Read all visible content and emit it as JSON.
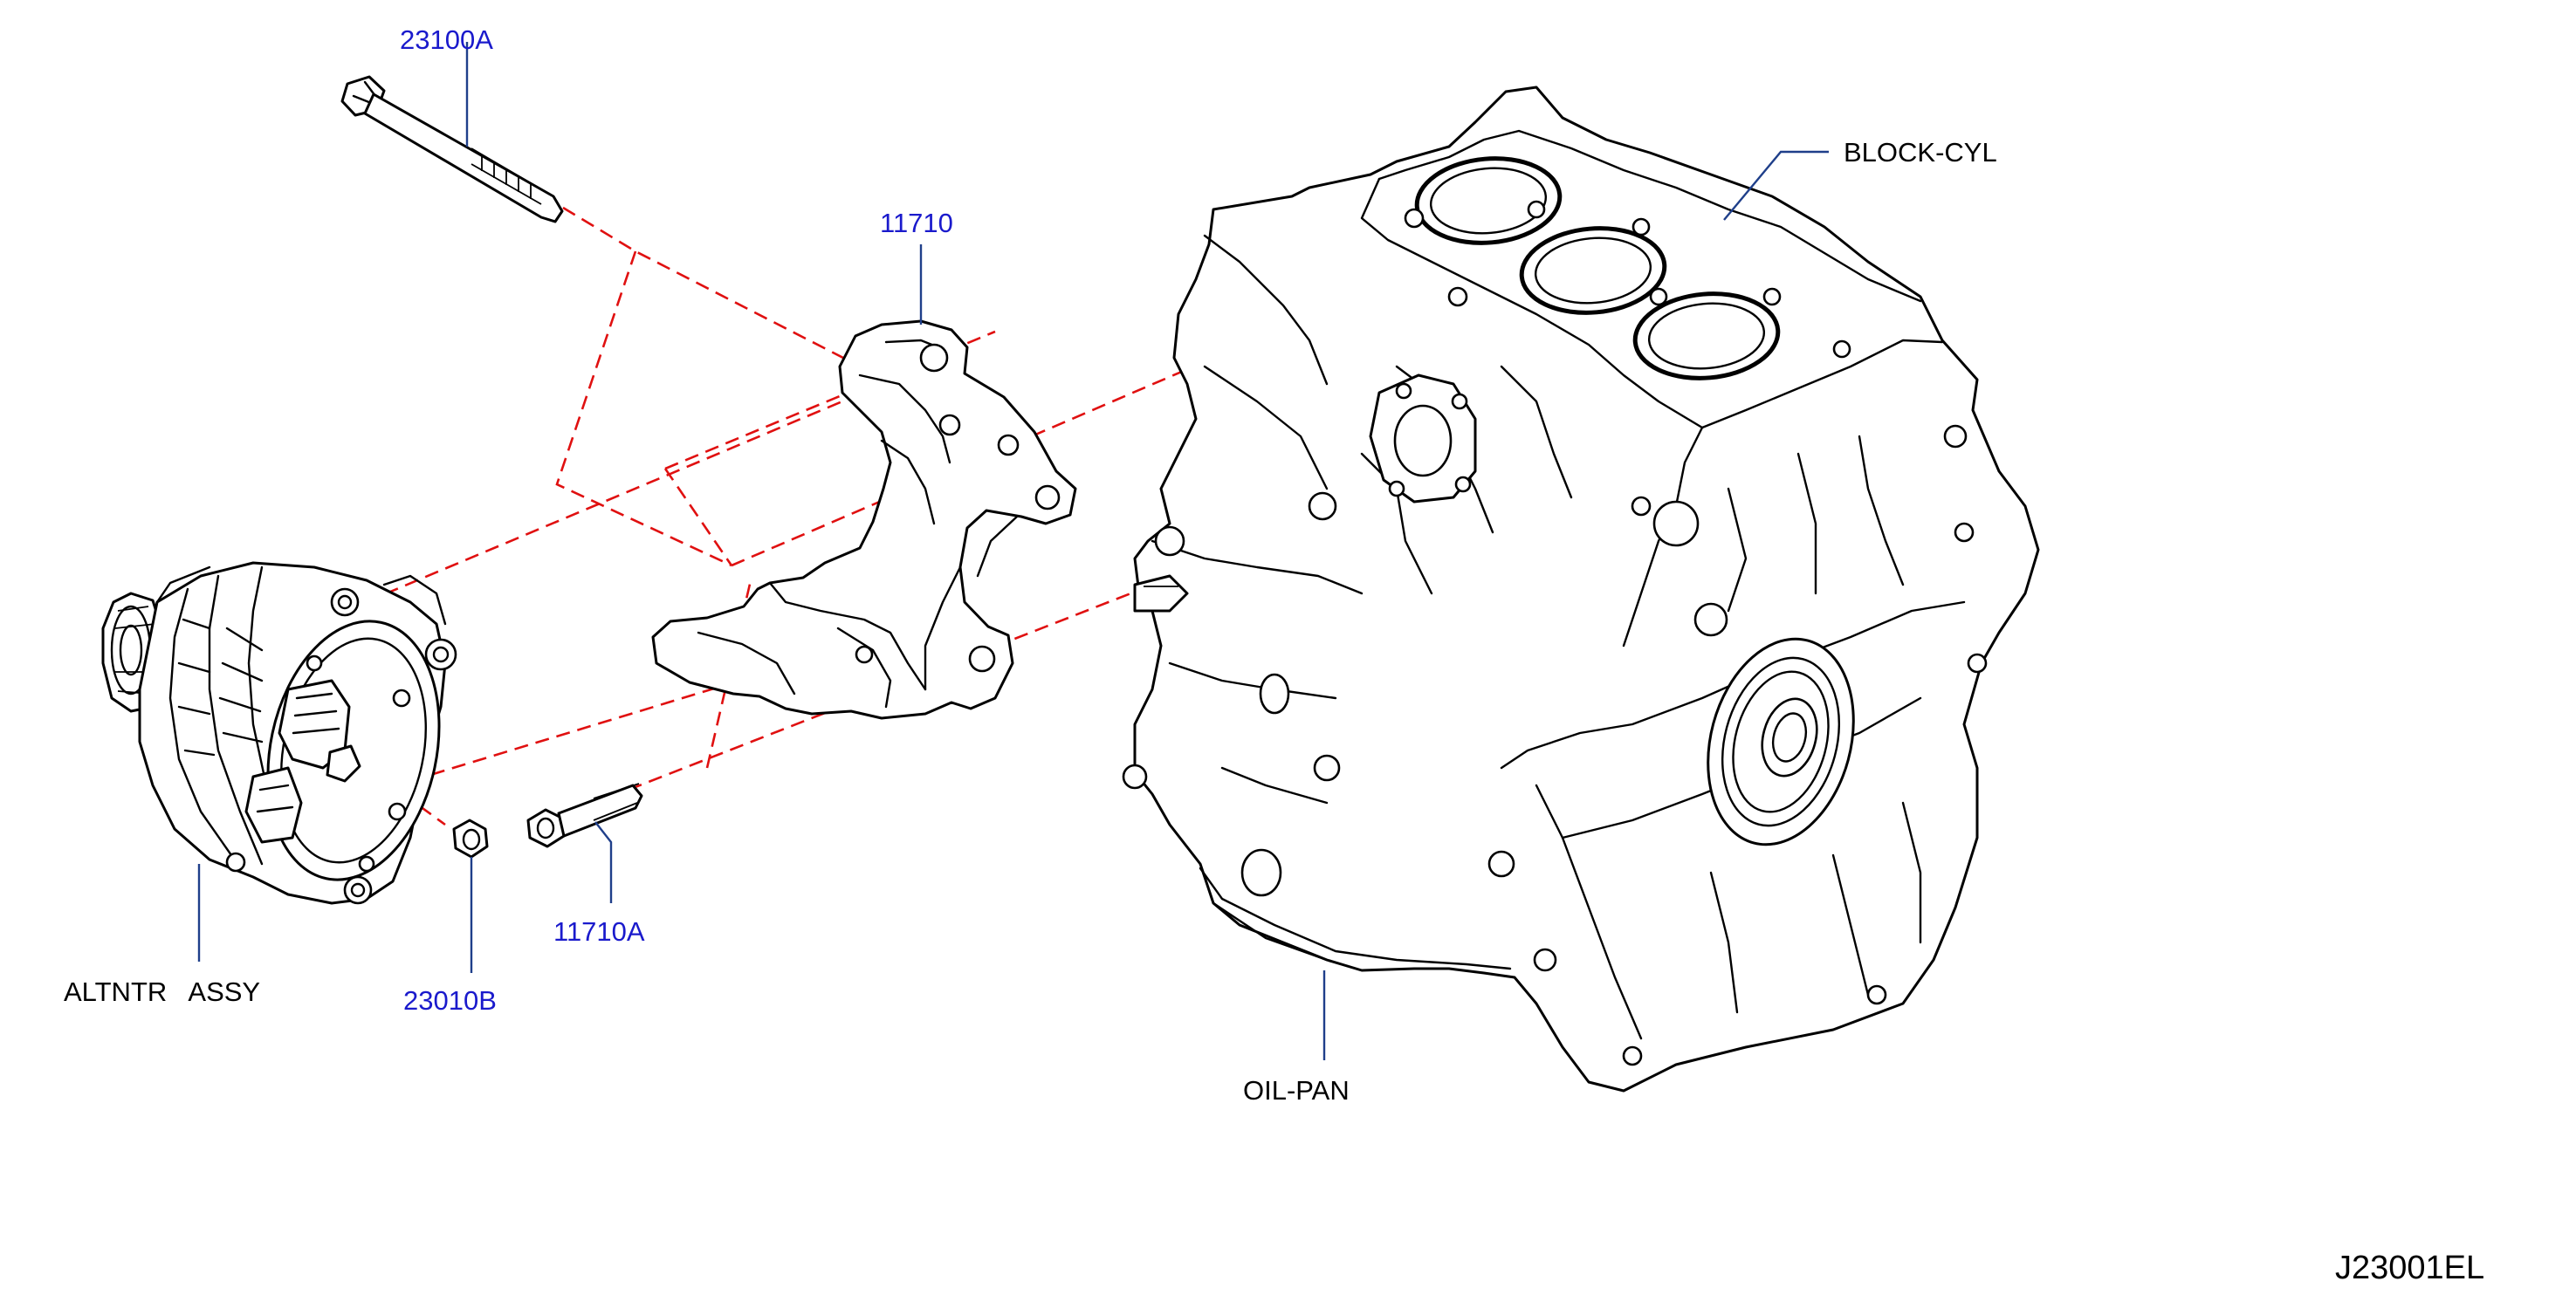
{
  "diagram": {
    "labels": {
      "bolt_top": "23100A",
      "bracket": "11710",
      "cylinder_block": "BLOCK-CYL",
      "alternator": "ALTNTR   ASSY",
      "nut": "23010B",
      "bolt_bottom": "11710A",
      "oil_pan": "OIL-PAN"
    },
    "diagram_code": "J23001EL",
    "colors": {
      "part_number_text": "#1a1acc",
      "part_name_text": "#000000",
      "leader_line": "#1f3f8a",
      "assembly_line": "#e01010",
      "line_art": "#000000"
    }
  }
}
